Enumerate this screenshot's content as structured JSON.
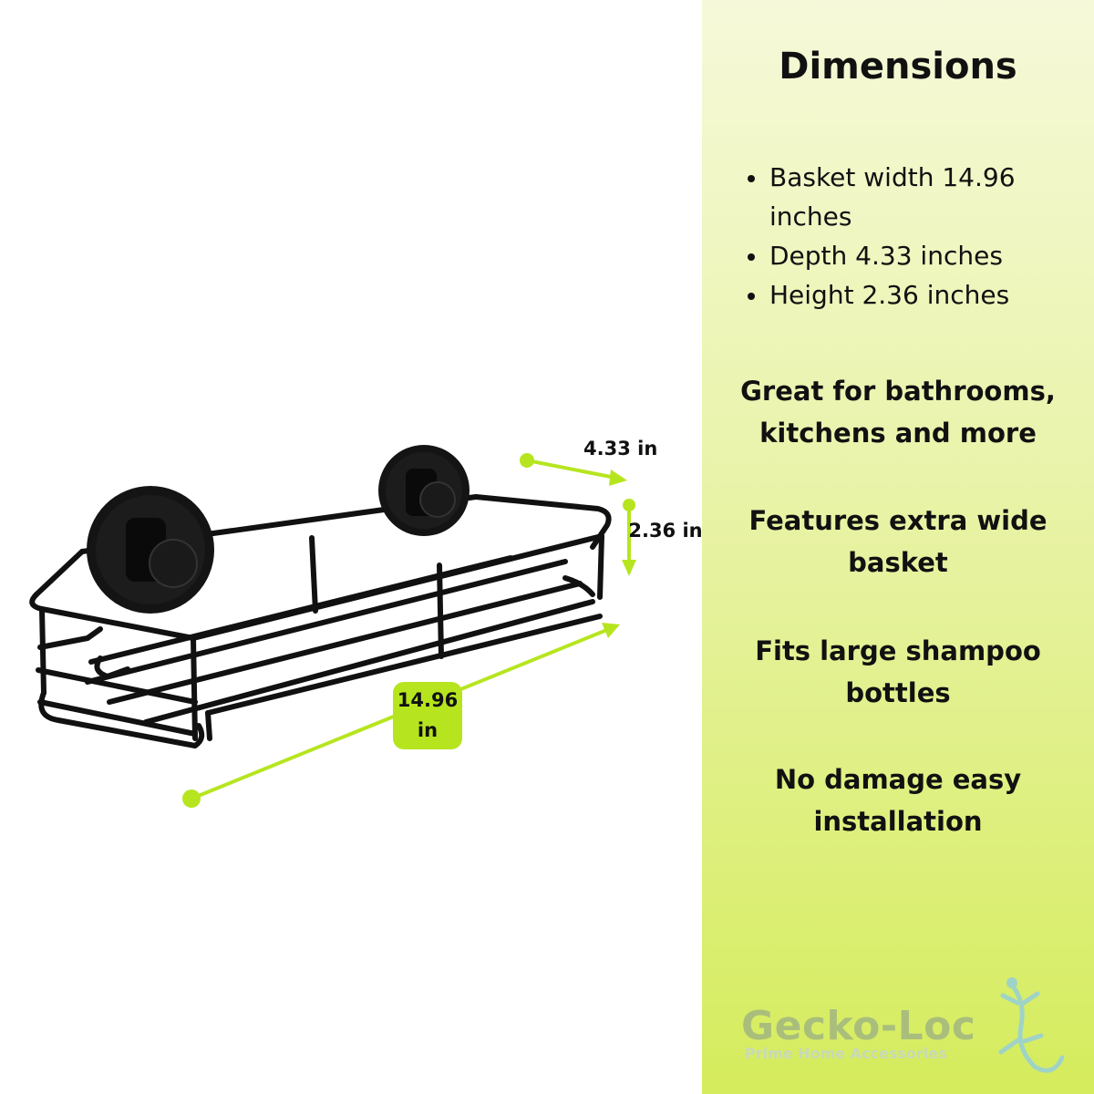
{
  "dimensions": {
    "depth_label": "4.33 in",
    "height_label": "2.36 in",
    "width_label": "14.96 in"
  },
  "info": {
    "title": "Dimensions",
    "specs": [
      "Basket width 14.96 inches",
      "Depth 4.33 inches",
      "Height 2.36 inches"
    ],
    "features": [
      "Great for bathrooms, kitchens and more",
      "Features extra wide basket",
      "Fits large shampoo bottles",
      "No damage easy installation"
    ]
  },
  "brand": {
    "name": "Gecko-Loc",
    "tagline": "Prime Home Accessories"
  },
  "colors": {
    "accent_green": "#b6e51f",
    "basket": "#111111"
  },
  "icons": [
    "suction-cup-icon",
    "gecko-icon"
  ]
}
